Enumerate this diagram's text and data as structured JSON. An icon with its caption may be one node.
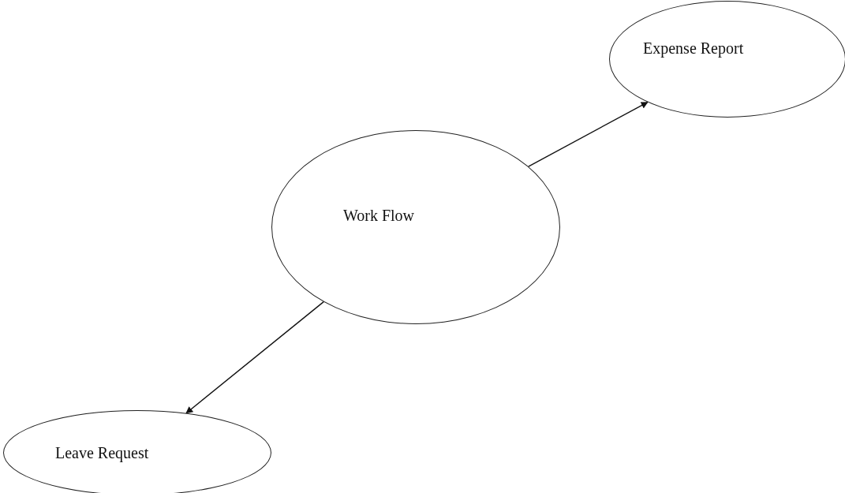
{
  "diagram": {
    "nodes": [
      {
        "text": [
          "Expense Report"
        ]
      },
      {
        "text": [
          "Work Flow"
        ]
      },
      {
        "text": [
          "Leave Request"
        ]
      }
    ],
    "edges": [
      {
        "from": 1,
        "to": 0,
        "arrow": "to"
      },
      {
        "from": 1,
        "to": 2,
        "arrow": "to"
      }
    ]
  }
}
